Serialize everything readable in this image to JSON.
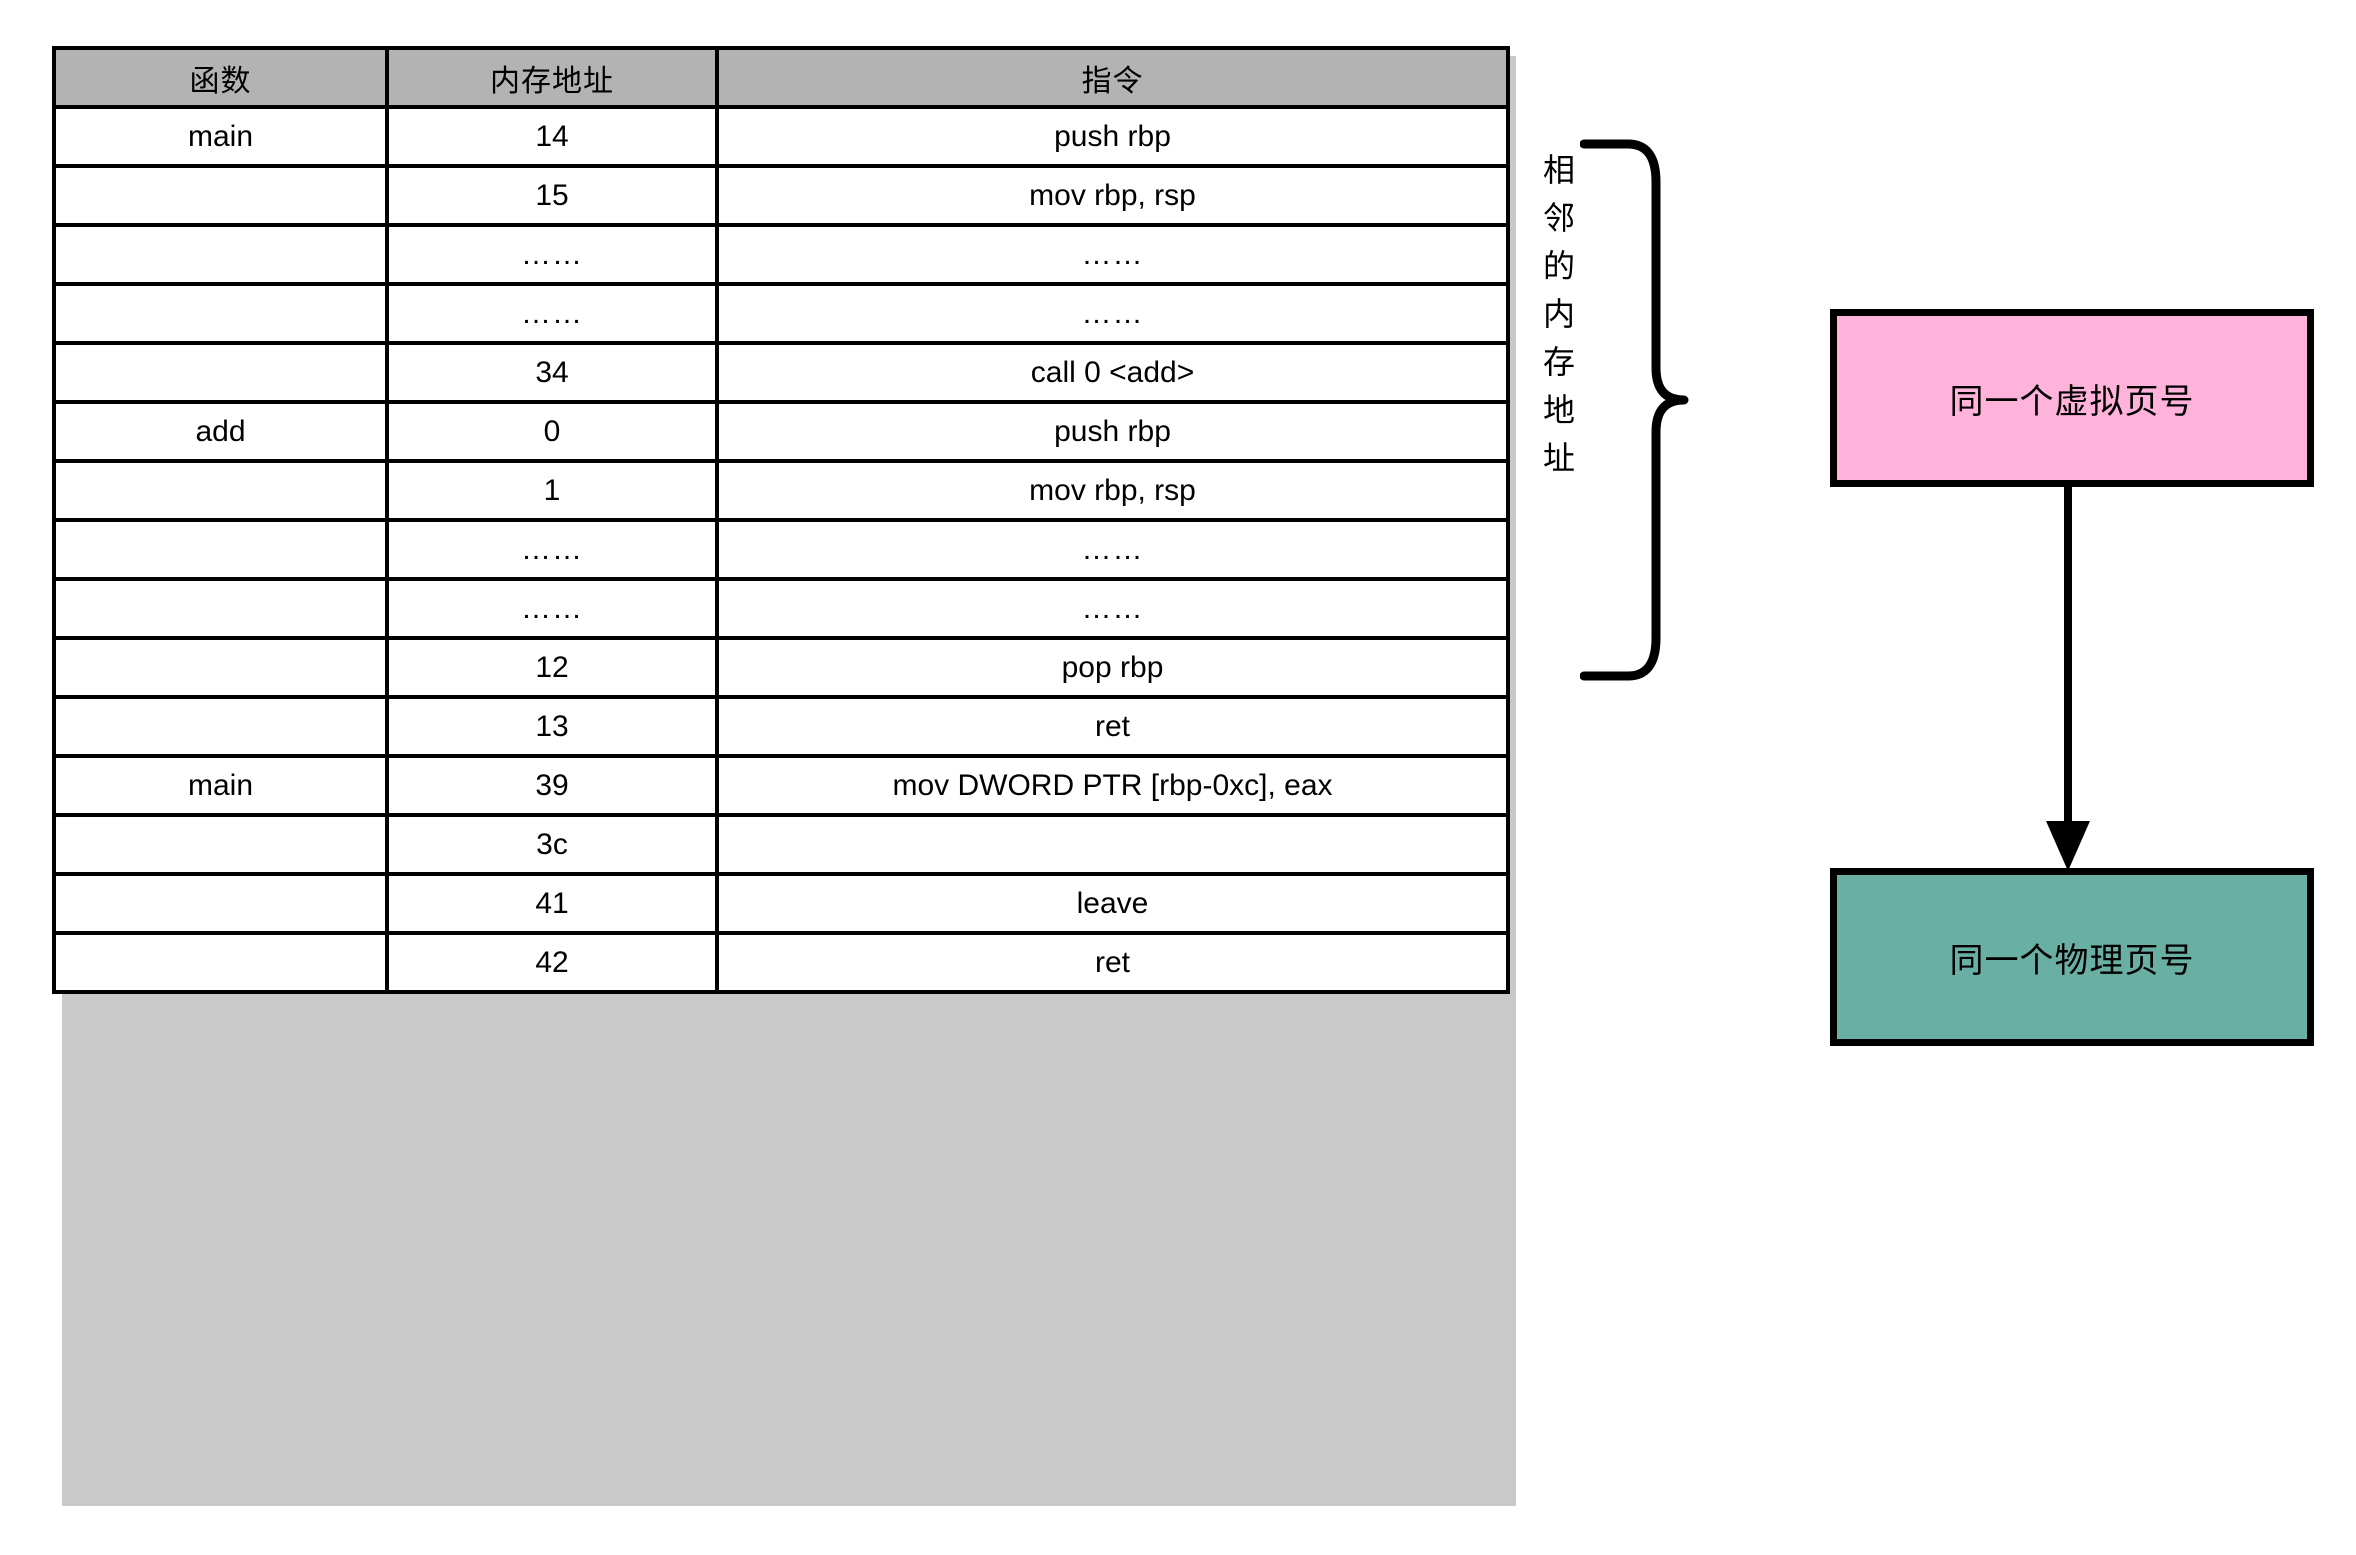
{
  "table": {
    "headers": [
      "函数",
      "内存地址",
      "指令"
    ],
    "rows": [
      {
        "function": "main",
        "address": "14",
        "instruction": "push rbp"
      },
      {
        "function": "",
        "address": "15",
        "instruction": "mov  rbp,  rsp"
      },
      {
        "function": "",
        "address": "……",
        "instruction": "……"
      },
      {
        "function": "",
        "address": "……",
        "instruction": "……"
      },
      {
        "function": "",
        "address": "34",
        "instruction": "call 0 <add>"
      },
      {
        "function": "add",
        "address": "0",
        "instruction": "push rbp"
      },
      {
        "function": "",
        "address": "1",
        "instruction": "mov  rbp,  rsp"
      },
      {
        "function": "",
        "address": "……",
        "instruction": "……"
      },
      {
        "function": "",
        "address": "……",
        "instruction": "……"
      },
      {
        "function": "",
        "address": "12",
        "instruction": "pop rbp"
      },
      {
        "function": "",
        "address": "13",
        "instruction": "ret"
      },
      {
        "function": "main",
        "address": "39",
        "instruction": "mov DWORD PTR [rbp-0xc],  eax"
      },
      {
        "function": "",
        "address": "3c",
        "instruction": ""
      },
      {
        "function": "",
        "address": "41",
        "instruction": "leave"
      },
      {
        "function": "",
        "address": "42",
        "instruction": "ret"
      }
    ]
  },
  "brace": {
    "label_chars": [
      "相",
      "邻",
      "的",
      "内",
      "存",
      "地",
      "址"
    ],
    "label_text": "相邻的内存地址"
  },
  "boxes": {
    "virtual": {
      "label": "同一个虚拟页号",
      "fill": "#FFB3DA"
    },
    "physical": {
      "label": "同一个物理页号",
      "fill": "#69AFA3"
    }
  },
  "colors": {
    "header_gray": "#B3B3B3",
    "border_black": "#000000",
    "shadow_gray": "#C9C9C9",
    "pink": "#FFB3DA",
    "teal": "#69AFA3"
  }
}
